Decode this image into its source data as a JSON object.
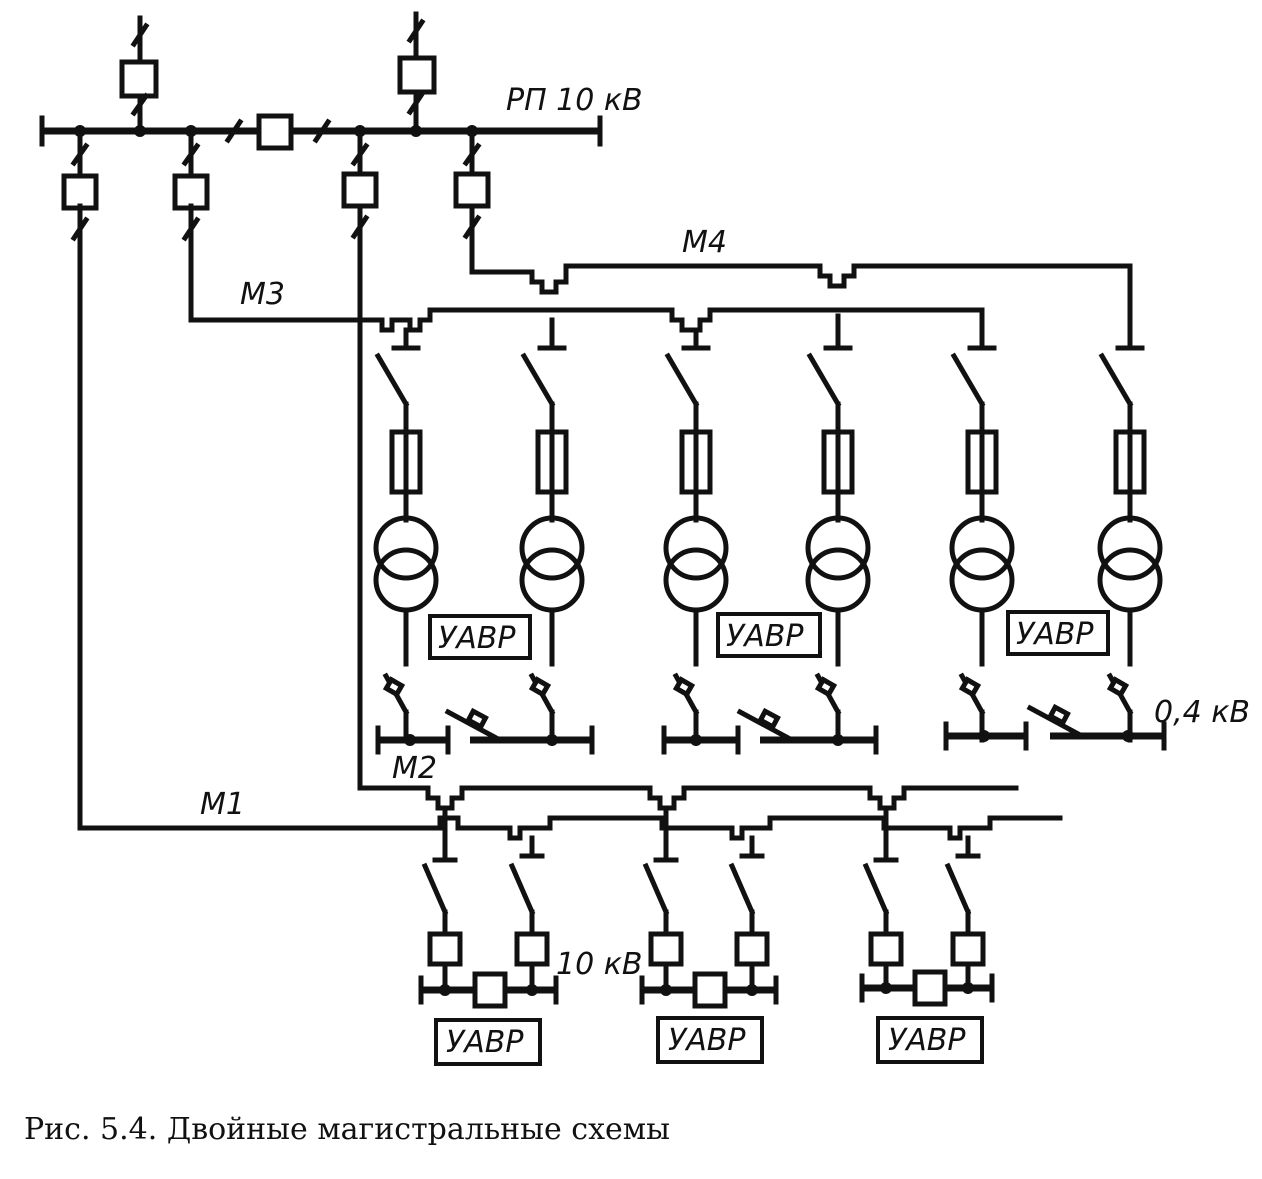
{
  "labels": {
    "rp": "РП 10 кВ",
    "m1": "М1",
    "m2": "М2",
    "m3": "М3",
    "m4": "М4",
    "v04": "0,4 кВ",
    "v10": "10 кВ"
  },
  "uavr": [
    "УАВР",
    "УАВР",
    "УАВР",
    "УАВР",
    "УАВР",
    "УАВР"
  ],
  "caption": "Рис. 5.4. Двойные магистральные схемы"
}
